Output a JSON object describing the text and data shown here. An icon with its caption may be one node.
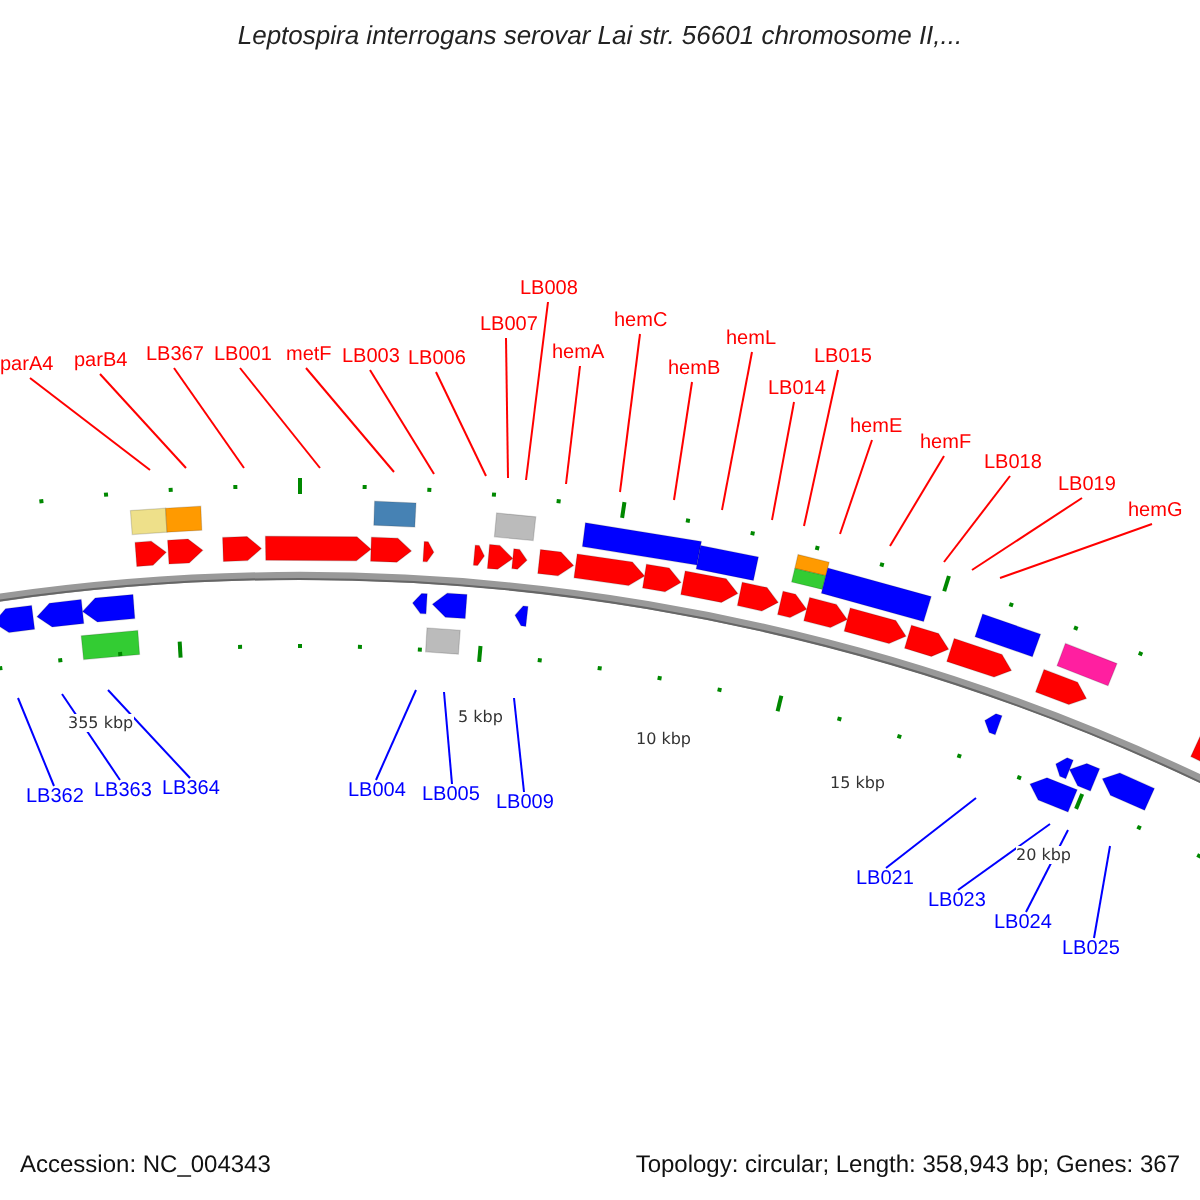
{
  "diagram": {
    "title": "Leptospira interrogans serovar Lai str. 56601 chromosome II,...",
    "nodes": [
      {
        "text": [
          "parA4"
        ]
      },
      {
        "text": [
          "parB4"
        ]
      },
      {
        "text": [
          "LB367"
        ]
      },
      {
        "text": [
          "LB001"
        ]
      },
      {
        "text": [
          "metF"
        ]
      },
      {
        "text": [
          "LB003"
        ]
      },
      {
        "text": [
          "LB006"
        ]
      },
      {
        "text": [
          "LB007"
        ]
      },
      {
        "text": [
          "LB008"
        ]
      },
      {
        "text": [
          "hemA"
        ]
      },
      {
        "text": [
          "hemC"
        ]
      },
      {
        "text": [
          "hemB"
        ]
      },
      {
        "text": [
          "hemL"
        ]
      },
      {
        "text": [
          "LB014"
        ]
      },
      {
        "text": [
          "LB015"
        ]
      },
      {
        "text": [
          "hemE"
        ]
      },
      {
        "text": [
          "hemF"
        ]
      },
      {
        "text": [
          "LB018"
        ]
      },
      {
        "text": [
          "LB019"
        ]
      },
      {
        "text": [
          "hemG"
        ]
      },
      {
        "text": [
          "LB362"
        ]
      },
      {
        "text": [
          "LB363"
        ]
      },
      {
        "text": [
          "LB364"
        ]
      },
      {
        "text": [
          "LB004"
        ]
      },
      {
        "text": [
          "LB005"
        ]
      },
      {
        "text": [
          "LB009"
        ]
      },
      {
        "text": [
          "LB021"
        ]
      },
      {
        "text": [
          "LB023"
        ]
      },
      {
        "text": [
          "LB024"
        ]
      },
      {
        "text": [
          "LB025"
        ]
      }
    ],
    "edges": [
      {
        "from": 0,
        "to": null,
        "arrow": "none"
      },
      {
        "from": 1,
        "to": null,
        "arrow": "none"
      },
      {
        "from": 2,
        "to": null,
        "arrow": "none"
      },
      {
        "from": 3,
        "to": null,
        "arrow": "none"
      },
      {
        "from": 4,
        "to": null,
        "arrow": "none"
      },
      {
        "from": 5,
        "to": null,
        "arrow": "none"
      },
      {
        "from": 6,
        "to": null,
        "arrow": "none"
      },
      {
        "from": 7,
        "to": null,
        "arrow": "none"
      },
      {
        "from": 8,
        "to": null,
        "arrow": "none"
      },
      {
        "from": 9,
        "to": null,
        "arrow": "none"
      },
      {
        "from": 10,
        "to": null,
        "arrow": "none"
      },
      {
        "from": 11,
        "to": null,
        "arrow": "none"
      },
      {
        "from": 12,
        "to": null,
        "arrow": "none"
      },
      {
        "from": 13,
        "to": null,
        "arrow": "none"
      },
      {
        "from": 14,
        "to": null,
        "arrow": "none"
      },
      {
        "from": 15,
        "to": null,
        "arrow": "none"
      },
      {
        "from": 16,
        "to": null,
        "arrow": "none"
      },
      {
        "from": 17,
        "to": null,
        "arrow": "none"
      },
      {
        "from": 18,
        "to": null,
        "arrow": "none"
      },
      {
        "from": 19,
        "to": null,
        "arrow": "none"
      },
      {
        "from": 20,
        "to": null,
        "arrow": "none",
        "color": "#0000ff"
      },
      {
        "from": 21,
        "to": null,
        "arrow": "none",
        "color": "#0000ff"
      },
      {
        "from": 22,
        "to": null,
        "arrow": "none",
        "color": "#0000ff"
      },
      {
        "from": 23,
        "to": null,
        "arrow": "none",
        "color": "#0000ff"
      },
      {
        "from": 24,
        "to": null,
        "arrow": "none",
        "color": "#0000ff"
      },
      {
        "from": 25,
        "to": null,
        "arrow": "none",
        "color": "#0000ff"
      },
      {
        "from": 26,
        "to": null,
        "arrow": "none",
        "color": "#0000ff"
      },
      {
        "from": 27,
        "to": null,
        "arrow": "none",
        "color": "#0000ff"
      },
      {
        "from": 28,
        "to": null,
        "arrow": "none",
        "color": "#0000ff"
      },
      {
        "from": 29,
        "to": null,
        "arrow": "none",
        "color": "#0000ff"
      }
    ],
    "labels": [
      "355 kbp",
      "5 kbp",
      "10 kbp",
      "15 kbp",
      "20 kbp",
      "Accession: NC_004343",
      "Topology: circular; Length: 358,943 bp; Genes: 367"
    ]
  }
}
